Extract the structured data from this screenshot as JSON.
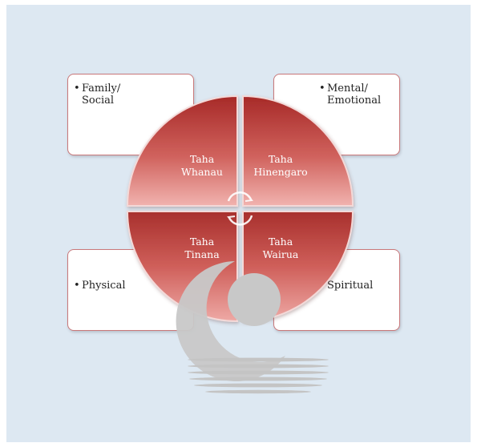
{
  "cards": {
    "family": {
      "bullet": "•",
      "label": "Family/\nSocial"
    },
    "mental": {
      "bullet": "•",
      "label": "Mental/\nEmotional"
    },
    "physical": {
      "bullet": "•",
      "label": "Physical"
    },
    "spiritual": {
      "bullet": "•",
      "label": "Spiritual"
    }
  },
  "quadrants": {
    "top_left": {
      "line1": "Taha",
      "line2": "Whanau"
    },
    "top_right": {
      "line1": "Taha",
      "line2": "Hinengaro"
    },
    "bottom_left": {
      "line1": "Taha",
      "line2": "Tinana"
    },
    "bottom_right": {
      "line1": "Taha",
      "line2": "Wairua"
    }
  },
  "colors": {
    "background": "#dde8f2",
    "card_border": "#c9787a",
    "quadrant_dark": "#a72a28",
    "quadrant_light": "#f1b3af",
    "logo_gray": "#c8c8c8"
  },
  "icons": {
    "center": "circular-arrows-icon",
    "logo": "crescent-logo-icon"
  }
}
